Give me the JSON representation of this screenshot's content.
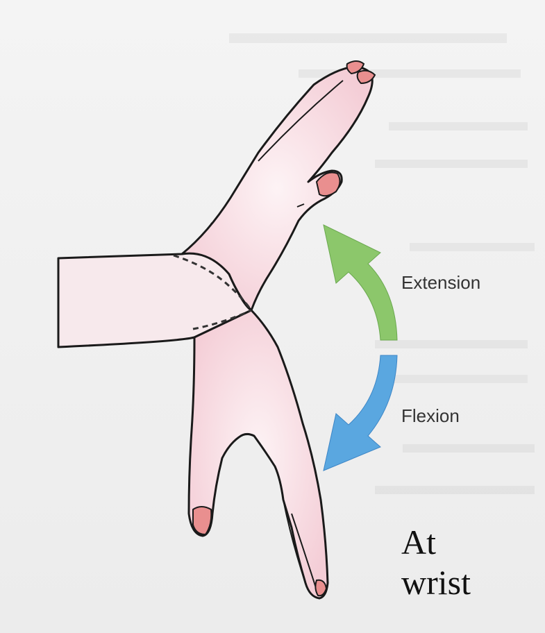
{
  "labels": {
    "extension": "Extension",
    "flexion": "Flexion"
  },
  "caption": {
    "line1": "At",
    "line2": "wrist"
  },
  "colors": {
    "extension_arrow": "#8cc76b",
    "flexion_arrow": "#5aa7e0",
    "skin": "#f9e6ea",
    "skin_shade": "#f2c7d0",
    "nail": "#e98f8f",
    "outline": "#1a1a1a"
  }
}
